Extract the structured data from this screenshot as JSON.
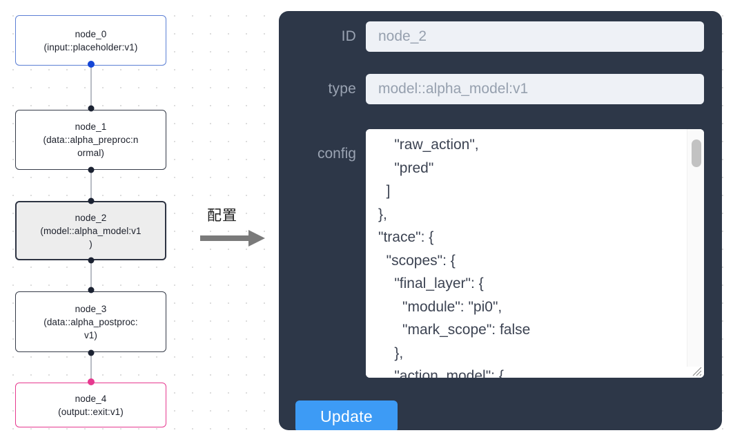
{
  "graph": {
    "nodes": [
      {
        "id": "node_0",
        "type": "(input::placeholder:v1)",
        "label": "node_0\n(input::placeholder:v1)",
        "state": "input"
      },
      {
        "id": "node_1",
        "type": "(data::alpha_preproc:normal)",
        "label": "node_1\n(data::alpha_preproc:n\normal)",
        "state": "default"
      },
      {
        "id": "node_2",
        "type": "(model::alpha_model:v1)",
        "label": "node_2\n(model::alpha_model:v1\n)",
        "state": "selected"
      },
      {
        "id": "node_3",
        "type": "(data::alpha_postproc:v1)",
        "label": "node_3\n(data::alpha_postproc:\nv1)",
        "state": "default"
      },
      {
        "id": "node_4",
        "type": "(output::exit:v1)",
        "label": "node_4\n(output::exit:v1)",
        "state": "output"
      }
    ],
    "colors": {
      "input_border": "#5b7fd4",
      "output_border": "#e6398f",
      "default_border": "#343a47",
      "selected_fill": "#ededed",
      "edge": "#b8bcc4",
      "port": "#1b2232"
    }
  },
  "transition": {
    "label": "配置",
    "arrow_icon": "arrow-right-icon",
    "arrow_color": "#7a7a7a"
  },
  "panel": {
    "background_color": "#2d3748",
    "fields": {
      "id": {
        "label": "ID",
        "value": "node_2",
        "placeholder": "node_2"
      },
      "type": {
        "label": "type",
        "value": "model::alpha_model:v1",
        "placeholder": "model::alpha_model:v1"
      },
      "config": {
        "label": "config",
        "value": "    \"raw_action\",\n    \"pred\"\n  ]\n},\n\"trace\": {\n  \"scopes\": {\n    \"final_layer\": {\n      \"module\": \"pi0\",\n      \"mark_scope\": false\n    },\n    \"action_model\": {"
      }
    },
    "update_button": {
      "label": "Update",
      "color": "#3d9bf5"
    },
    "scrollbar": {
      "thumb_color": "#c2c2c2"
    }
  }
}
